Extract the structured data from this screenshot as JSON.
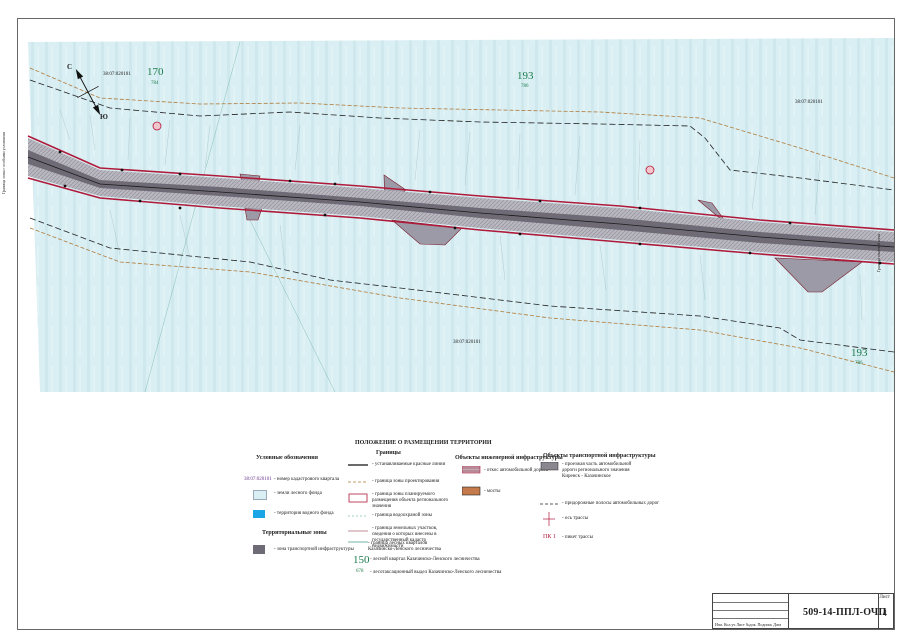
{
  "map": {
    "labels": {
      "quarter_nw": "38:07:020101",
      "quarter_ne": "38:07:020101",
      "quarter_s": "38:07:020101",
      "block_170": "170",
      "block_170_sub": "784",
      "block_193_top": "193",
      "block_193_top_sub": "786",
      "block_193_bottom": "193",
      "block_193_bottom_sub": "786",
      "north": "С",
      "south": "Ю",
      "left_edge": "Граница зоны с особыми условиями",
      "right_edge": "Граница опасной зоны"
    },
    "colors": {
      "water": "#d9eff3",
      "road": "#8b8790",
      "road_border": "#b01a3a",
      "red_line": "#9a1a2a",
      "zone": "#9c9aa6",
      "dash_line": "#222222",
      "orange_dash": "#b07a3a"
    }
  },
  "legend": {
    "title": "Условные обозначения",
    "col1": {
      "sample_code": "38:07:020101",
      "items": [
        "- номер кадастрового квартала",
        "- земли лесного фонда",
        "- территория водного фонда"
      ],
      "zones_title": "Территориальные зоны",
      "zone_item": "- зона транспортной инфраструктуры"
    },
    "col2": {
      "title": "ПОЛОЖЕНИЕ О РАЗМЕЩЕНИИ ТЕРРИТОРИИ",
      "subtitle": "Границы",
      "items": [
        "- устанавливаемые красные линии",
        "- граница зоны проектирования",
        "- граница зоны планируемого размещения объекта регионального значения",
        "- граница водоохраной зоны",
        "- граница земельных участков, сведения о которых внесены в государственный кадастр недвижимости",
        "- граница лесных кварталов Казачинско-Ленского лесничества"
      ],
      "block_number": "150",
      "block_number_sub": "678",
      "block_desc_1": "- лесной квартал Казачинско-Ленского лесничества",
      "block_desc_2": "- лесотаксационный выдел Казачинско-Ленского лесничества"
    },
    "col3": {
      "title": "Объекты инженерной инфраструктуры",
      "items": [
        "- откос автомобильной дороги",
        "- мосты"
      ]
    },
    "col4": {
      "title": "Объекты транспортной инфраструктуры",
      "items": [
        "- проезжая часть автомобильной дороги регионального значения Киренск - Казачинское",
        "- придорожные полосы автомобильных дорог",
        "- ось трассы",
        "- пикет трассы"
      ],
      "pk_label": "ПК 1"
    }
  },
  "stamp": {
    "code": "509-14-ППЛ-ОЧП",
    "sheet_label": "Лист",
    "sheet_number": "4",
    "row_labels": "Изм. Кол.уч Лист №док. Подпись Дата"
  }
}
